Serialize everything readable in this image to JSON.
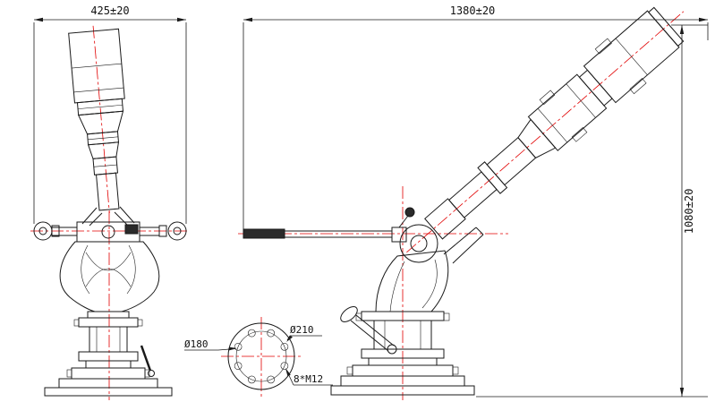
{
  "page": {
    "background": "#ffffff"
  },
  "drawing_labels": {
    "front_width_dim": "425±20",
    "side_length_dim": "1380±20",
    "side_height_dim": "1080±20",
    "flange_bolt_circle_dia": "Ø180",
    "flange_outer_dia": "Ø210",
    "flange_bolt_holes": "8*M12"
  },
  "colors": {
    "outline": "#1a1a1a",
    "centerline": "#e10000",
    "background": "#ffffff"
  }
}
